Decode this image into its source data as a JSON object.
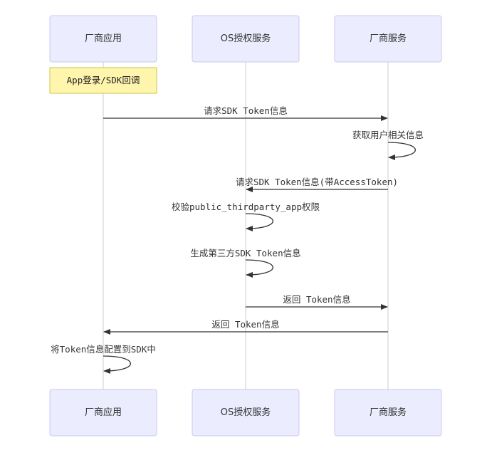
{
  "actors": [
    {
      "id": "vendor-app",
      "label": "厂商应用"
    },
    {
      "id": "os-auth",
      "label": "OS授权服务"
    },
    {
      "id": "vendor-service",
      "label": "厂商服务"
    }
  ],
  "note": {
    "text": "App登录/SDK回调"
  },
  "messages": [
    {
      "label": "请求SDK Token信息"
    },
    {
      "label": "获取用户相关信息"
    },
    {
      "label": "请求SDK Token信息(带AccessToken)"
    },
    {
      "label": "校验public_thirdparty_app权限"
    },
    {
      "label": "生成第三方SDK Token信息"
    },
    {
      "label": "返回 Token信息"
    },
    {
      "label": "返回 Token信息"
    },
    {
      "label": "将Token信息配置到SDK中"
    }
  ],
  "colors": {
    "actor_fill": "#ececff",
    "actor_stroke": "#c9c9f0",
    "note_fill": "#fff5ad",
    "note_stroke": "#c8c84c",
    "line": "#333333",
    "lifeline": "#cccccc"
  }
}
